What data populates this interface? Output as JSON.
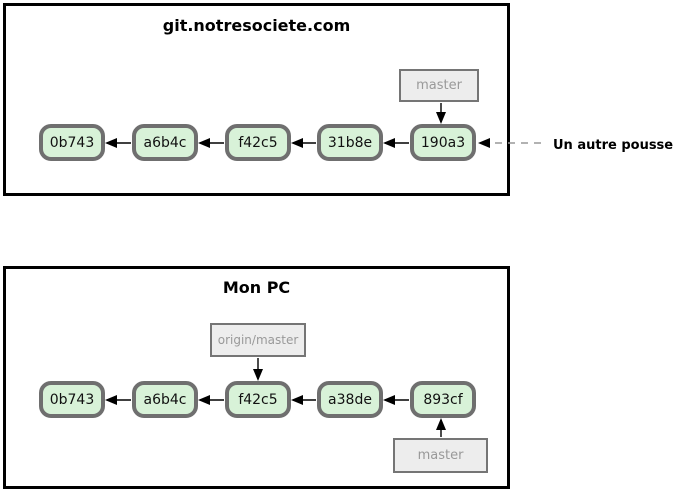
{
  "remote": {
    "title": "git.notresociete.com",
    "commits": [
      "0b743",
      "a6b4c",
      "f42c5",
      "31b8e",
      "190a3"
    ],
    "branch_label": "master",
    "annotation": "Un autre pousse"
  },
  "local": {
    "title": "Mon PC",
    "commits": [
      "0b743",
      "a6b4c",
      "f42c5",
      "a38de",
      "893cf"
    ],
    "remote_branch_label": "origin/master",
    "branch_label": "master"
  },
  "colors": {
    "commit_fill": "#d8f2d8",
    "commit_border": "#6f6f6f",
    "label_fill": "#ededed",
    "label_border": "#757575",
    "label_text": "#999999",
    "panel_border": "#000000",
    "arrow": "#000000",
    "dashed_arrow": "#999999"
  }
}
